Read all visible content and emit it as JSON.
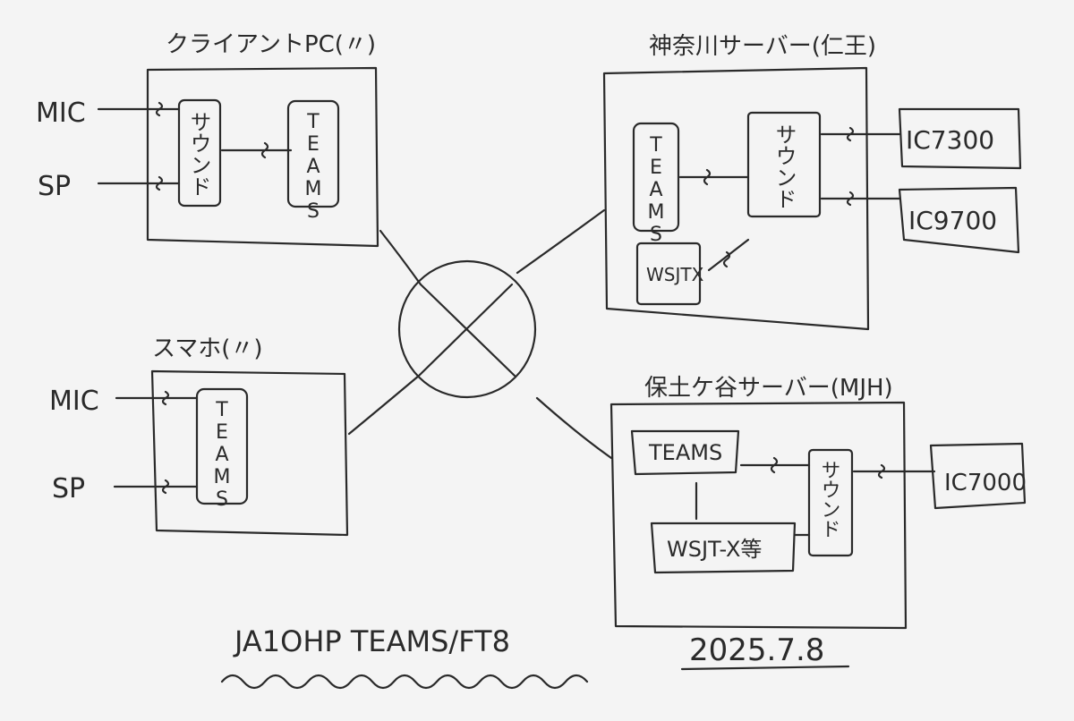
{
  "diagram": {
    "client_pc": {
      "title": "クライアントPC(〃)",
      "inputs": [
        "MIC",
        "SP"
      ],
      "sound": "サウンド",
      "teams": "TEAMS"
    },
    "smartphone": {
      "title": "スマホ(〃)",
      "inputs": [
        "MIC",
        "SP"
      ],
      "teams": "TEAMS"
    },
    "server_top": {
      "title": "神奈川サーバー(仁王)",
      "teams": "TEAMS",
      "sound": "サウンド",
      "wsjtx": "WSJTX",
      "radios": [
        "IC7300",
        "IC9700"
      ]
    },
    "server_bottom": {
      "title": "保土ケ谷サーバー(MJH)",
      "teams": "TEAMS",
      "sound": "サウンド",
      "wsjtx": "WSJT-X等",
      "radios": [
        "IC7000"
      ]
    },
    "footer": {
      "title": "JA1OHP TEAMS/FT8",
      "date": "2025.7.8"
    }
  },
  "colors": {
    "ink": "#2a2a2a",
    "paper": "#f4f4f4"
  }
}
